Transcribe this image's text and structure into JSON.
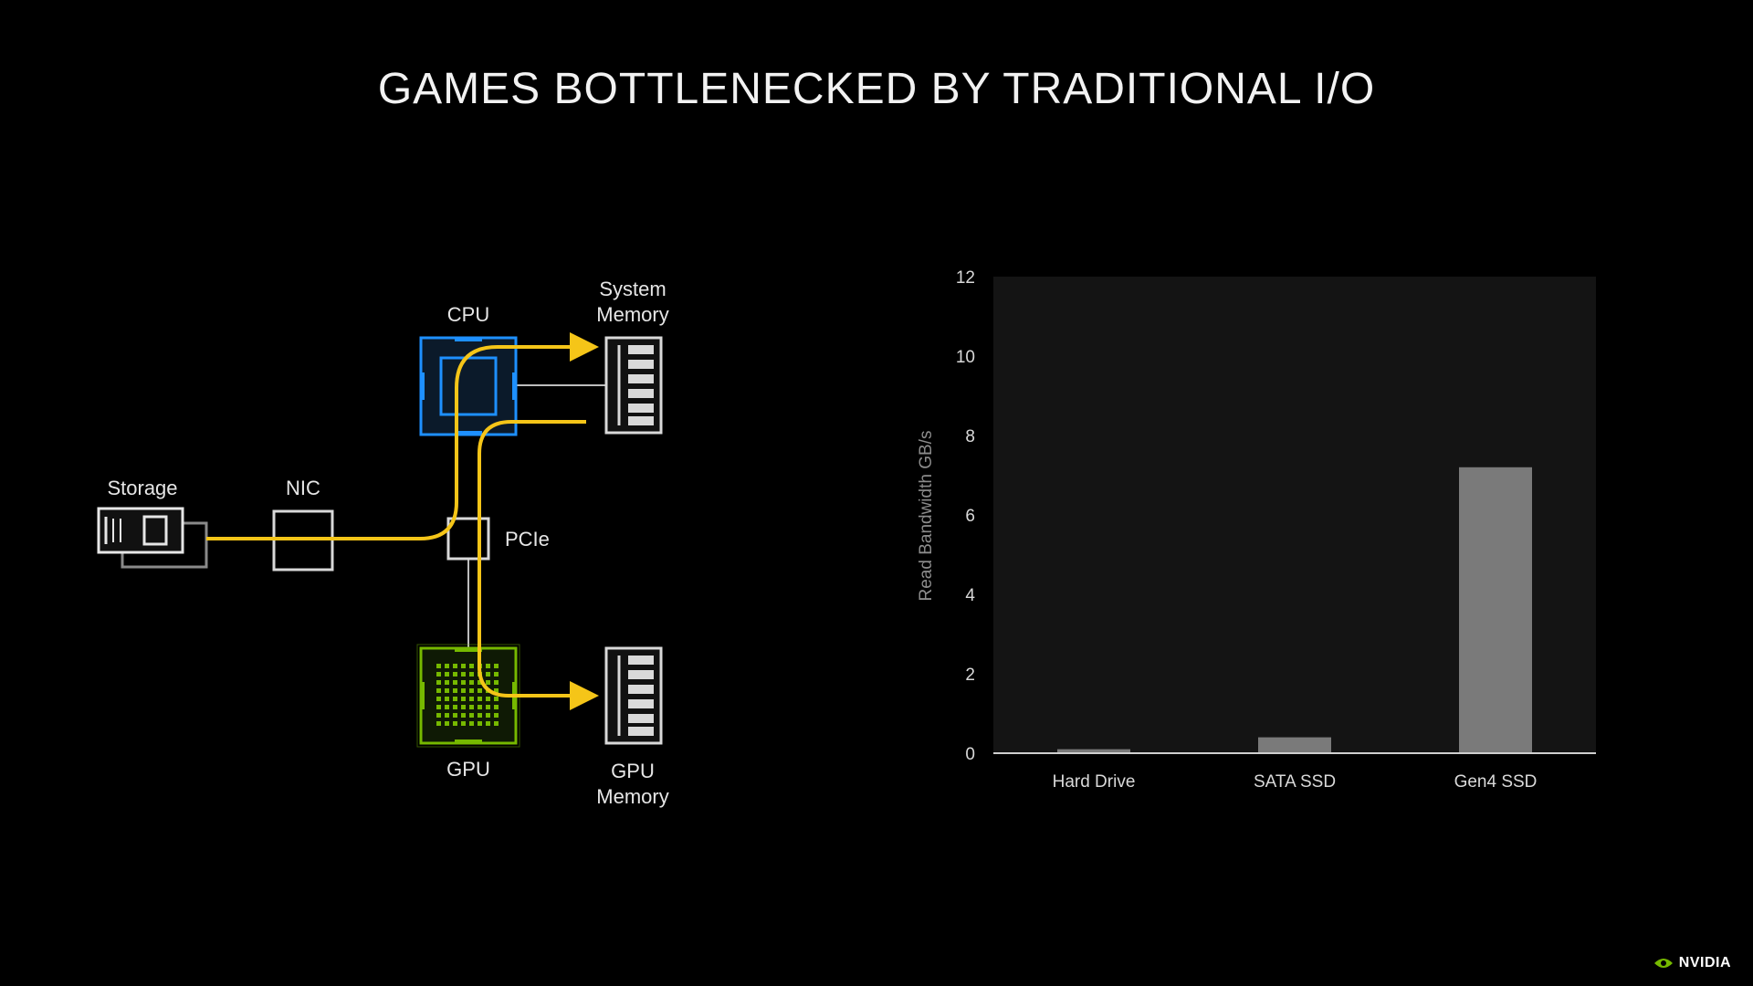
{
  "slide": {
    "title": "GAMES BOTTLENECKED BY TRADITIONAL I/O"
  },
  "diagram": {
    "labels": {
      "storage": "Storage",
      "nic": "NIC",
      "cpu": "CPU",
      "system_memory_line1": "System",
      "system_memory_line2": "Memory",
      "pcie": "PCIe",
      "gpu": "GPU",
      "gpu_memory_line1": "GPU",
      "gpu_memory_line2": "Memory"
    },
    "colors": {
      "data_path": "#f5c518",
      "cpu": "#1e90ff",
      "gpu": "#76b900",
      "outline": "#d9d9d9"
    }
  },
  "chart_data": {
    "type": "bar",
    "categories": [
      "Hard Drive",
      "SATA SSD",
      "Gen4 SSD"
    ],
    "values": [
      0.1,
      0.4,
      7.2
    ],
    "title": "",
    "xlabel": "",
    "ylabel": "Read Bandwidth GB/s",
    "ylim": [
      0,
      12
    ],
    "yticks": [
      0,
      2,
      4,
      6,
      8,
      10,
      12
    ],
    "grid": false,
    "bar_color": "#7a7a7a",
    "plot_background": "#141414"
  },
  "brand": {
    "logo_text": "NVIDIA"
  }
}
